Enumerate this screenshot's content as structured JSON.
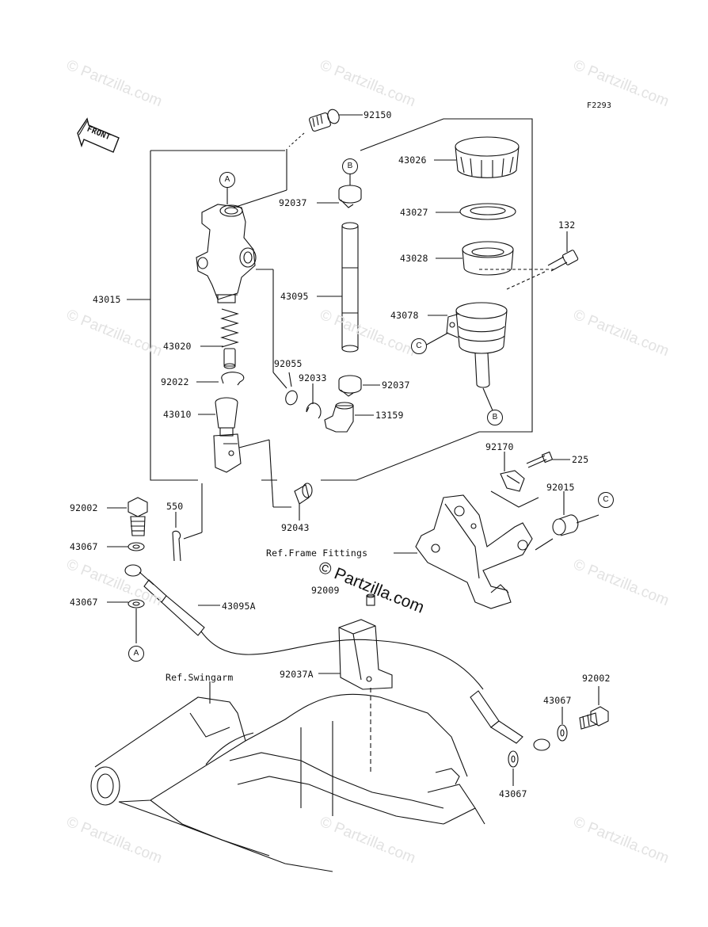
{
  "figure_code": "F2293",
  "front_label": "FRONT",
  "watermark": "© Partzilla.com",
  "center_watermark": "© Partzilla.com",
  "callouts": {
    "A": "A",
    "B": "B",
    "C": "C"
  },
  "part_labels": {
    "p92150": "92150",
    "p43026": "43026",
    "p92037_top": "92037",
    "p43027": "43027",
    "p43028": "43028",
    "p132": "132",
    "p43015": "43015",
    "p43095": "43095",
    "p43078": "43078",
    "p43020": "43020",
    "p92055": "92055",
    "p92033": "92033",
    "p92037_bot": "92037",
    "p92022": "92022",
    "p43010": "43010",
    "p13159": "13159",
    "p92170": "92170",
    "p225": "225",
    "p92015": "92015",
    "p92002_left": "92002",
    "p550": "550",
    "p92043": "92043",
    "p43067_a": "43067",
    "p43067_b": "43067",
    "p43095A": "43095A",
    "p92009": "92009",
    "p92037A": "92037A",
    "p92002_right": "92002",
    "p43067_c": "43067",
    "p43067_d": "43067",
    "ref_frame": "Ref.Frame Fittings",
    "ref_swingarm": "Ref.Swingarm"
  }
}
